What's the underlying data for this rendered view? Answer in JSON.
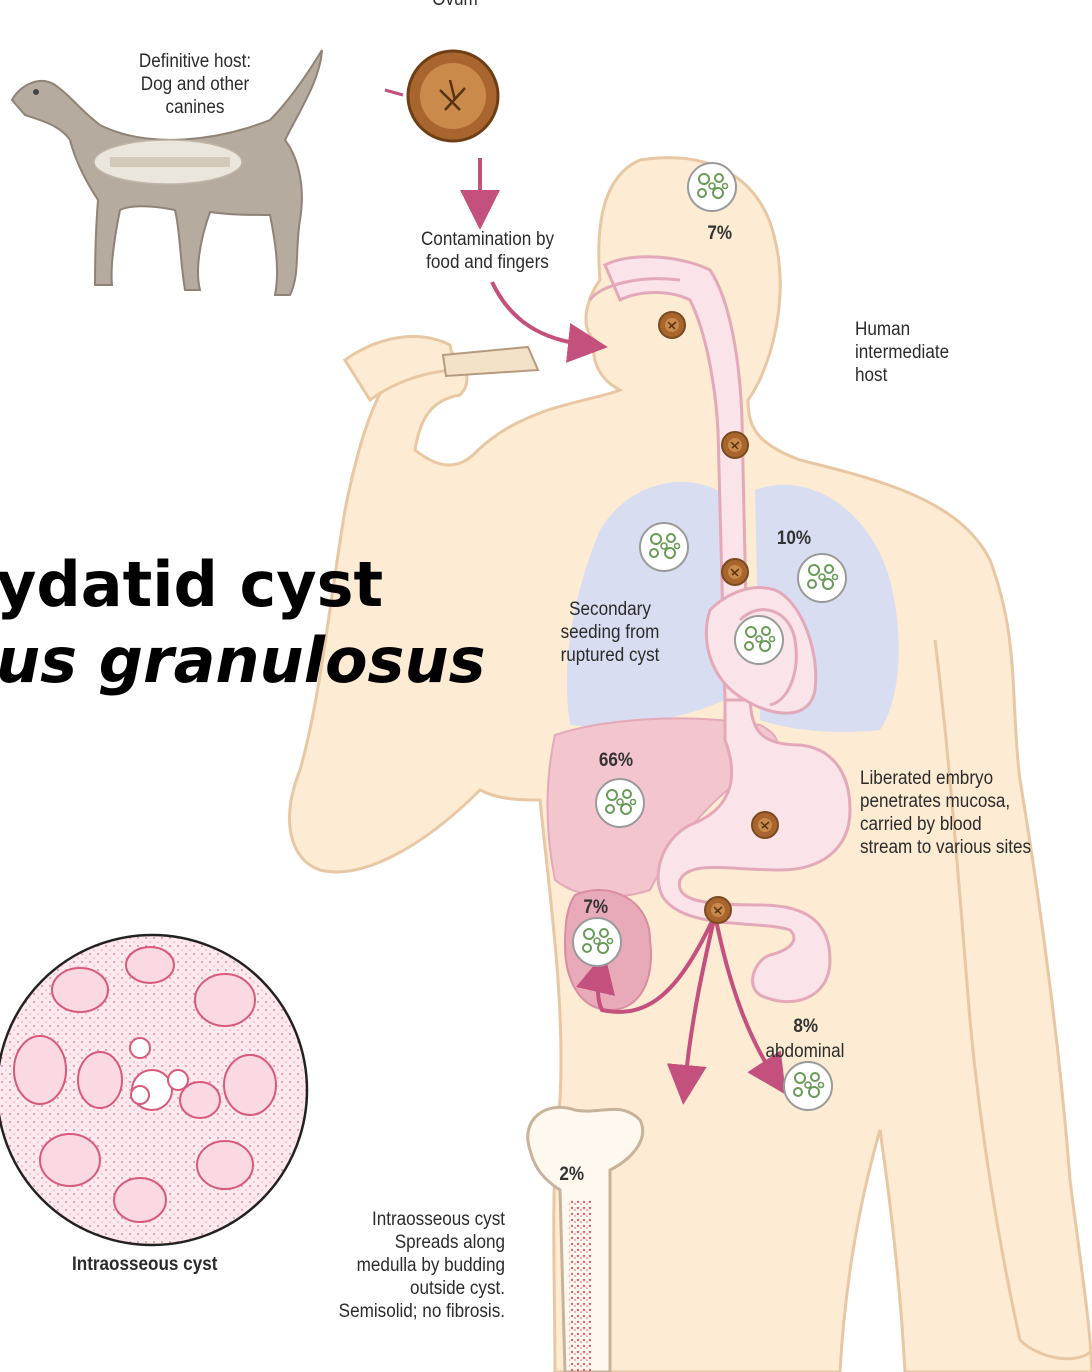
{
  "title": {
    "line1": "ydatid cyst",
    "line2": "us granulosus"
  },
  "labels": {
    "ovum": "Ovum",
    "definitive_host": "Definitive host:\nDog and other\ncanines",
    "contamination": "Contamination by\nfood and fingers",
    "human_host": "Human\nintermediate\nhost",
    "secondary_seeding": "Secondary\nseeding from\nruptured cyst",
    "liberated_embryo": "Liberated embryo\npenetrates mucosa,\ncarried by blood\nstream to various sites",
    "abdominal": "abdominal",
    "intraosseous_caption": "Intraosseous cyst",
    "intraosseous_note": "Intraosseous cyst\nSpreads along\nmedulla by budding\noutside cyst.\nSemisolid; no fibrosis."
  },
  "percentages": {
    "brain": "7%",
    "lung": "10%",
    "liver": "66%",
    "kidney": "7%",
    "abdominal": "8%",
    "bone": "2%"
  },
  "colors": {
    "skin": "#fdebd3",
    "skin_outline": "#e8c7a4",
    "lungs": "#d8ddf2",
    "liver": "#f3c6cf",
    "gut": "#fbe3ea",
    "gut_outline": "#e3a9b8",
    "arrow": "#c3507d",
    "dog": "#b6ab9f",
    "cyst_green": "#6a9a58",
    "egg": "#a8652d"
  }
}
